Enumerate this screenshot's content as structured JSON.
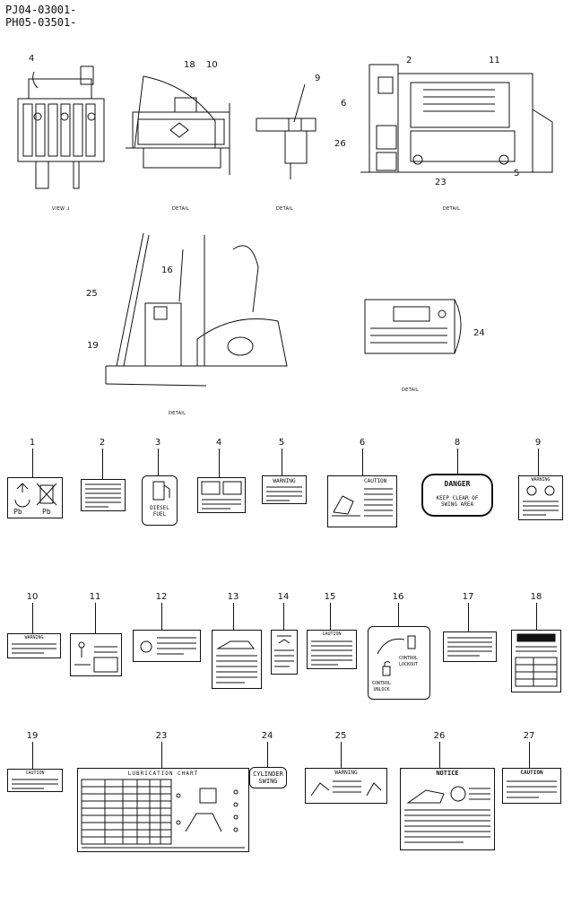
{
  "header": {
    "line1": "PJ04-03001-",
    "line2": "PH05-03501-"
  },
  "view_captions": {
    "view": "VIEW",
    "detail": "DETAIL"
  },
  "callouts": [
    "4",
    "18",
    "10",
    "9",
    "2",
    "11",
    "6",
    "26",
    "23",
    "5",
    "16",
    "25",
    "19",
    "24"
  ],
  "decals": {
    "d1": {
      "num": "1",
      "text_left": "Pb",
      "text_right": "Pb"
    },
    "d2": {
      "num": "2"
    },
    "d3": {
      "num": "3",
      "text": "DIESEL\nFUEL"
    },
    "d4": {
      "num": "4"
    },
    "d5": {
      "num": "5",
      "title": "WARNING"
    },
    "d6": {
      "num": "6",
      "title": "CAUTION"
    },
    "d8": {
      "num": "8",
      "title": "DANGER",
      "text": "KEEP CLEAR OF\nSWING AREA"
    },
    "d9": {
      "num": "9",
      "title": "WARNING"
    },
    "d10": {
      "num": "10",
      "title": "WARNING"
    },
    "d11": {
      "num": "11"
    },
    "d12": {
      "num": "12"
    },
    "d13": {
      "num": "13"
    },
    "d14": {
      "num": "14"
    },
    "d15": {
      "num": "15",
      "title": "CAUTION"
    },
    "d16": {
      "num": "16",
      "text_top": "CONTROL\nLOCKOUT",
      "text_bottom": "CONTROL\nUNLOCK"
    },
    "d17": {
      "num": "17"
    },
    "d18": {
      "num": "18"
    },
    "d19": {
      "num": "19",
      "title": "CAUTION"
    },
    "d23": {
      "num": "23",
      "title": "LUBRICATION CHART"
    },
    "d24": {
      "num": "24",
      "text": "CYLINDER\nSWING"
    },
    "d25": {
      "num": "25",
      "title": "WARNING"
    },
    "d26": {
      "num": "26",
      "title": "NOTICE"
    },
    "d27": {
      "num": "27",
      "title": "CAUTION"
    }
  }
}
